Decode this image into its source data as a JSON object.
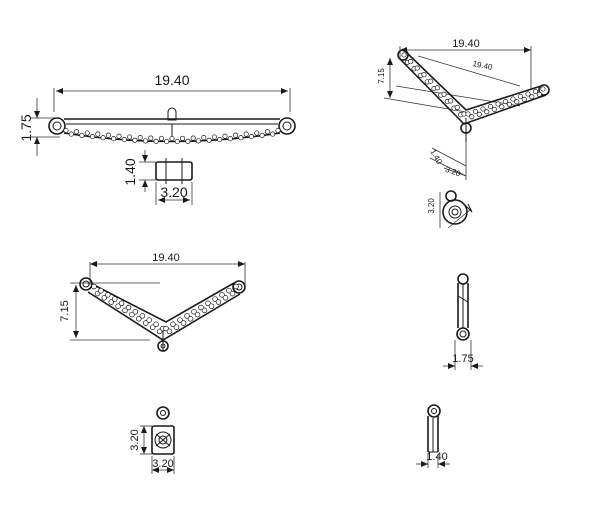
{
  "drawing": {
    "front_view": {
      "length_label": "19.40",
      "height_label": "1.75"
    },
    "top_detail": {
      "height_label": "1.40",
      "width_label": "3.20"
    },
    "iso_view": {
      "length_label": "19.40",
      "inner_label": "19.40",
      "height_label": "7.15",
      "sub_a": "1.40",
      "sub_b": "3.20"
    },
    "iso_detail": {
      "label": "3.20"
    },
    "v_view": {
      "length_label": "19.40",
      "height_label": "7.15"
    },
    "end_view": {
      "height_label": "3.20",
      "width_label": "3.20"
    },
    "side_view_a": {
      "width_label": "1.75"
    },
    "side_view_b": {
      "width_label": "1.40"
    }
  },
  "colors": {
    "line": "#1a1a1a",
    "background": "#ffffff"
  }
}
